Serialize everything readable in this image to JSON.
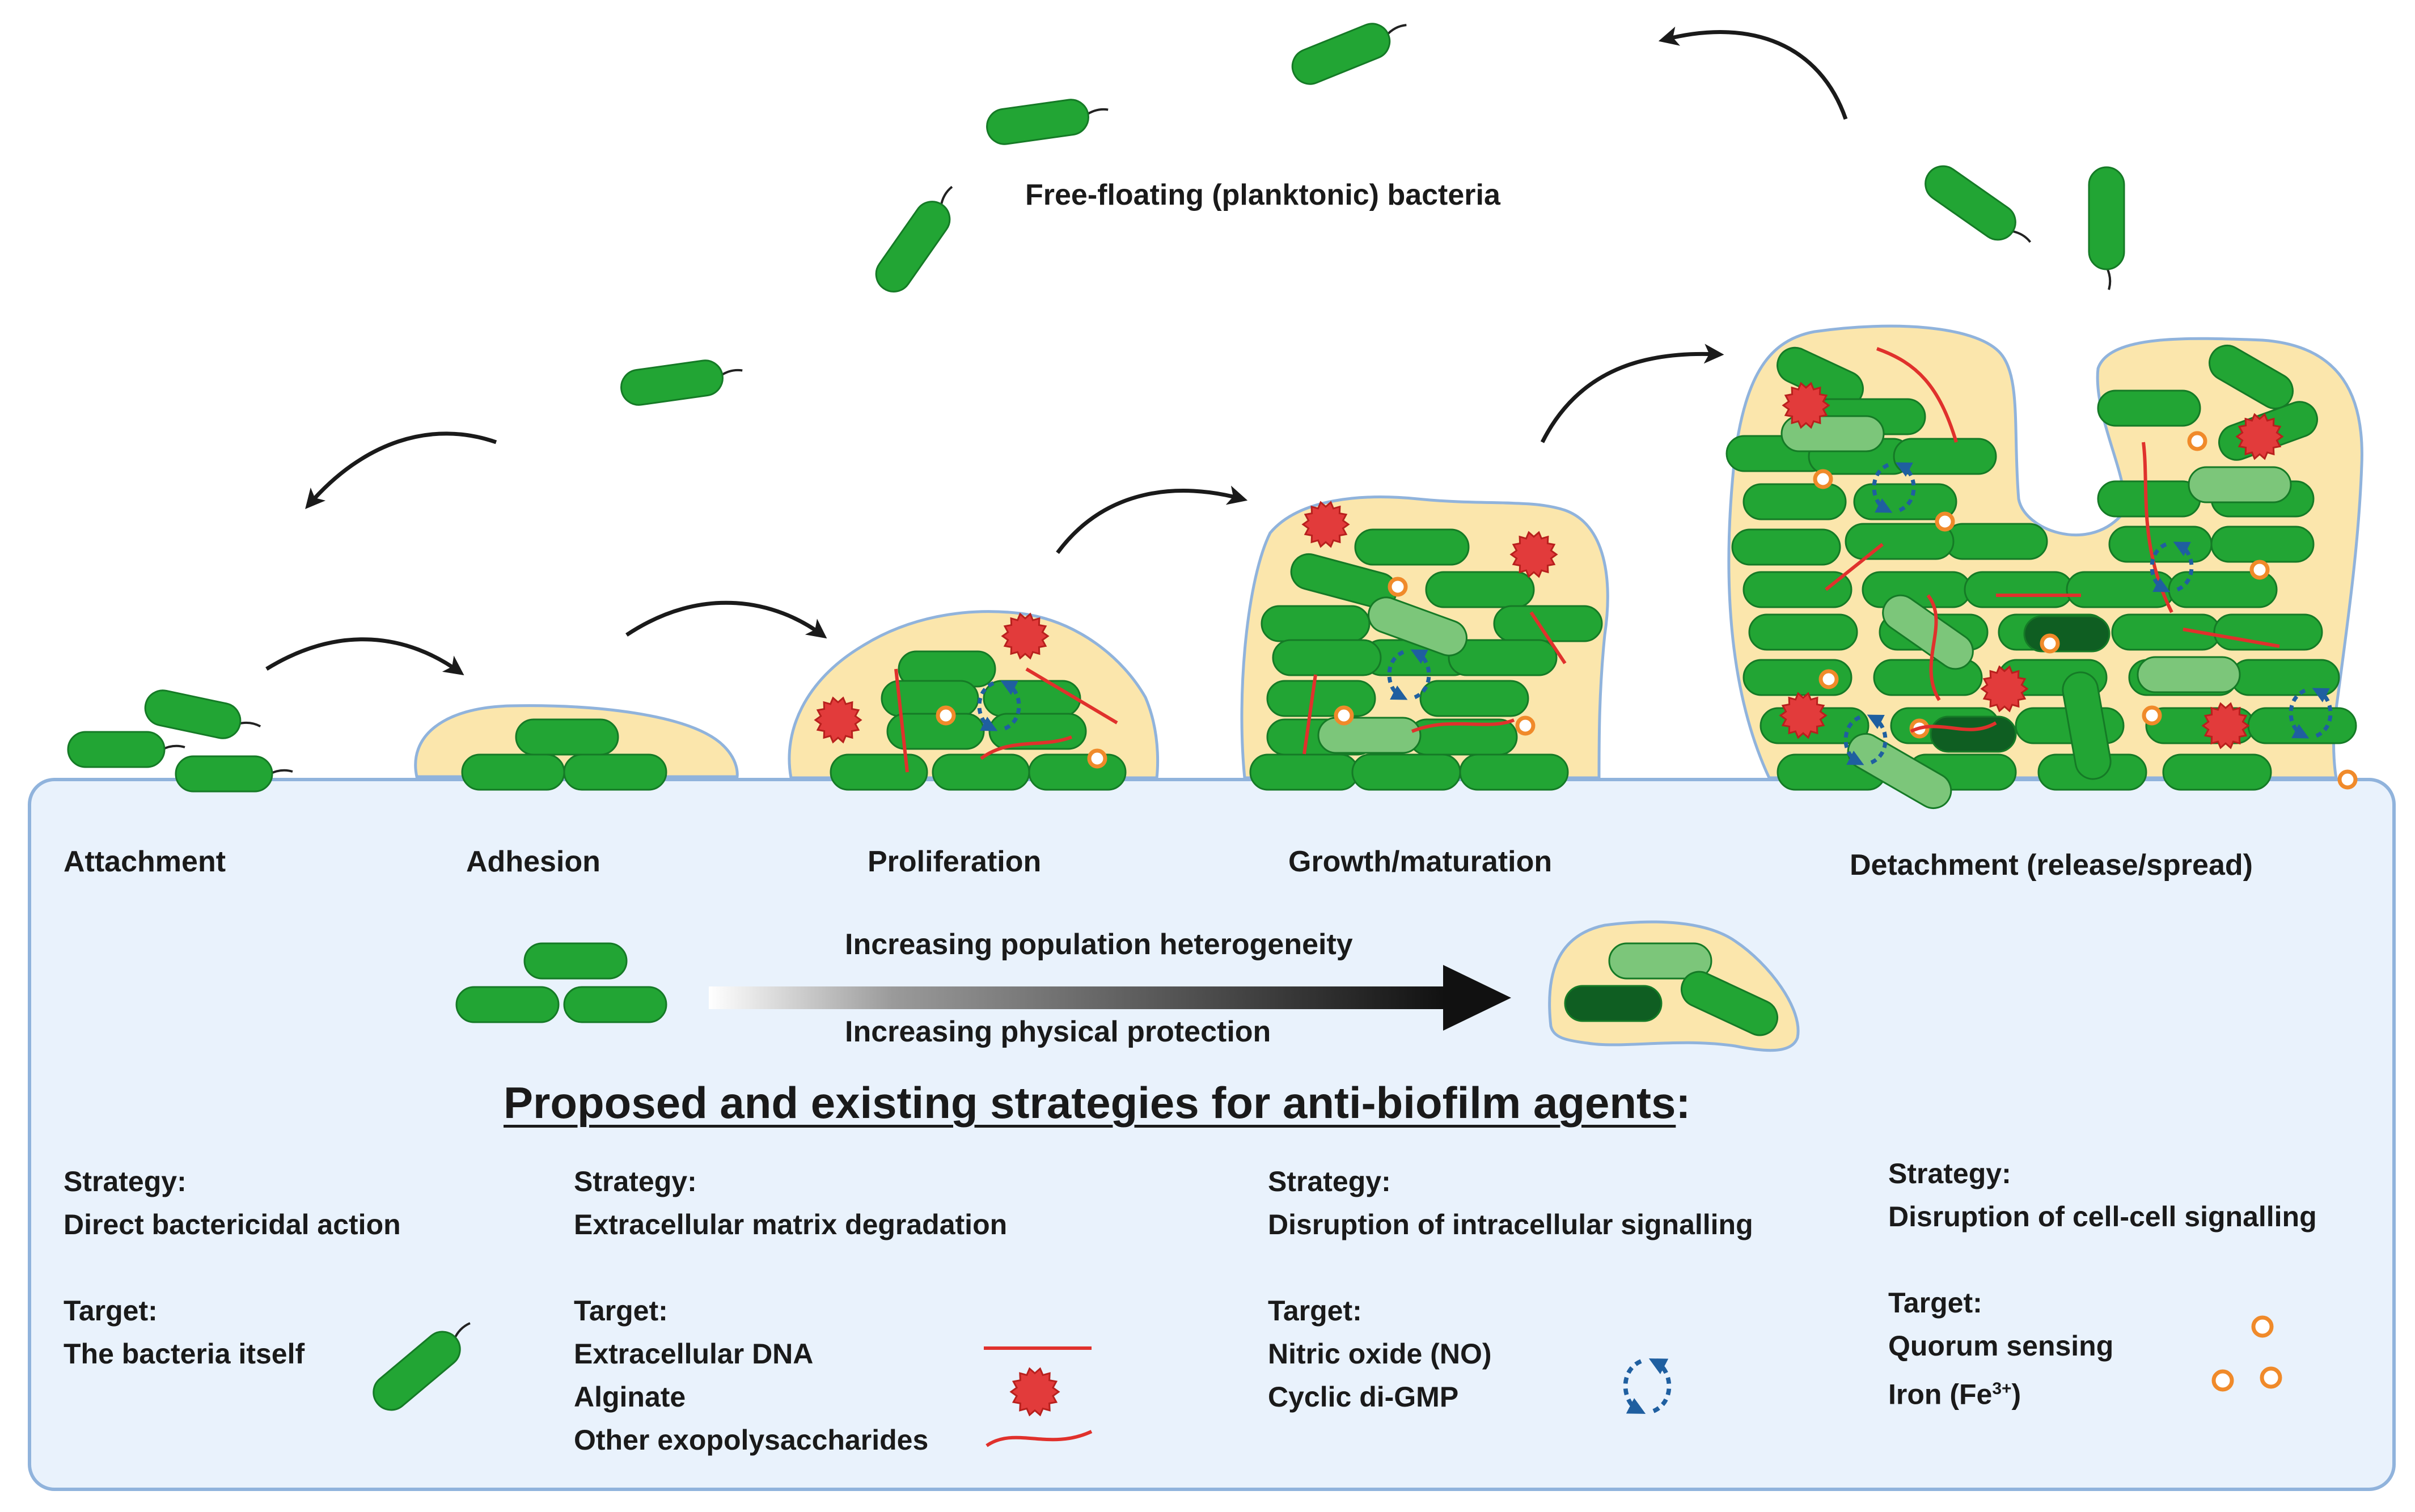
{
  "diagram": {
    "top_label": "Free-floating (planktonic) bacteria",
    "stages": [
      {
        "id": "attachment",
        "label": "Attachment"
      },
      {
        "id": "adhesion",
        "label": "Adhesion"
      },
      {
        "id": "proliferation",
        "label": "Proliferation"
      },
      {
        "id": "growth",
        "label": "Growth/maturation"
      },
      {
        "id": "detachment",
        "label": "Detachment (release/spread)"
      }
    ],
    "gradient_arrow": {
      "top_text": "Increasing population heterogeneity",
      "bottom_text": "Increasing physical protection"
    },
    "heading": "Proposed and existing strategies for anti-biofilm agents",
    "heading_suffix": ":",
    "strategy_label": "Strategy:",
    "target_label": "Target:",
    "strategies": [
      {
        "strategy": "Direct bactericidal action",
        "targets": [
          "The bacteria itself"
        ]
      },
      {
        "strategy": "Extracellular matrix degradation",
        "targets": [
          "Extracellular DNA",
          "Alginate",
          "Other exopolysaccharides"
        ]
      },
      {
        "strategy": "Disruption of intracellular signalling",
        "targets": [
          "Nitric oxide (NO)",
          "Cyclic di-GMP"
        ]
      },
      {
        "strategy": "Disruption of cell-cell signalling",
        "targets": [
          "Quorum sensing"
        ],
        "iron": {
          "prefix": "Iron (Fe",
          "sup": "3+",
          "suffix": ")"
        }
      }
    ],
    "colors": {
      "bacteria": "#22a534",
      "bacteria_light": "#7cc67a",
      "bacteria_dark": "#0f5e22",
      "matrix": "#fbe6ac",
      "matrix_border": "#90b3dc",
      "surface": "#e9f2fc",
      "edna": "#e0312c",
      "alginate": "#e23b3b",
      "quorum": "#f08a2a",
      "signal": "#1f5fa0"
    },
    "icons": [
      "bacterium-icon",
      "edna-icon",
      "alginate-icon",
      "exopolysaccharide-icon",
      "signalling-arrows-icon",
      "quorum-sensing-icon"
    ]
  }
}
